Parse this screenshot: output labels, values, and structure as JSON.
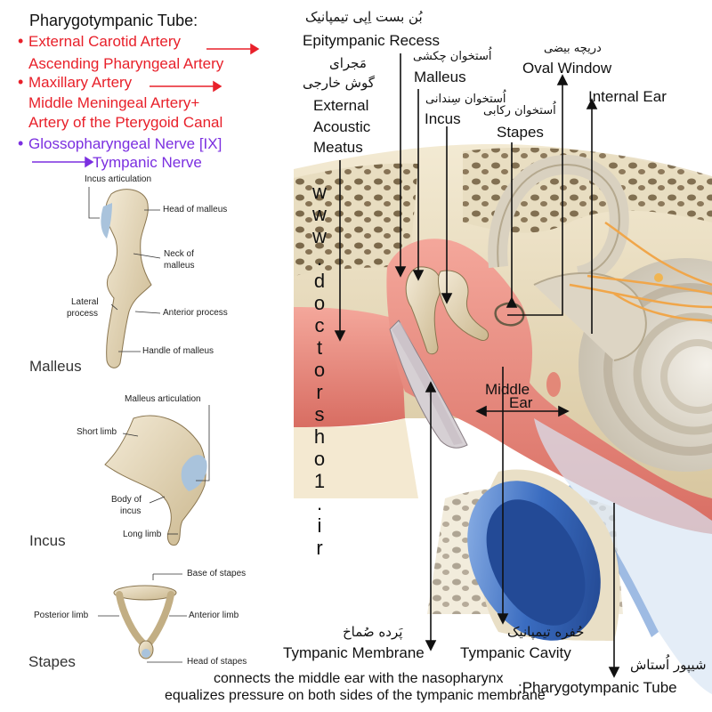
{
  "left_panel": {
    "title": "Pharygotympanic Tube:",
    "items": [
      {
        "bullet": "•",
        "text": "External Carotid Artery",
        "color": "#e8202a"
      },
      {
        "bullet": "",
        "text": "Ascending Pharyngeal Artery",
        "color": "#e8202a"
      },
      {
        "bullet": "•",
        "text": "Maxillary Artery",
        "color": "#e8202a"
      },
      {
        "bullet": "",
        "text": "Middle Meningeal Artery+",
        "color": "#e8202a"
      },
      {
        "bullet": "",
        "text": "Artery of the Pterygoid Canal",
        "color": "#e8202a"
      },
      {
        "bullet": "•",
        "text": "Glossopharyngeal Nerve [IX]",
        "color": "#7b2fe0"
      },
      {
        "bullet": "",
        "text": "Tympanic Nerve",
        "color": "#7b2fe0"
      }
    ]
  },
  "ossicles": {
    "malleus": {
      "caption": "Malleus",
      "labels": [
        "Incus articulation",
        "Head of malleus",
        "Neck of",
        "malleus",
        "Lateral",
        "process",
        "Anterior process",
        "Handle of malleus"
      ]
    },
    "incus": {
      "caption": "Incus",
      "labels": [
        "Malleus articulation",
        "Short limb",
        "Body of",
        "incus",
        "Long limb"
      ]
    },
    "stapes": {
      "caption": "Stapes",
      "labels": [
        "Base of stapes",
        "Posterior limb",
        "Anterior limb",
        "Head of stapes"
      ]
    }
  },
  "ear_labels": {
    "epitympanic_fa": "بُن بست اِپی تیمپانیک",
    "epitympanic": "Epitympanic Recess",
    "canal_fa_1": "مَجرای",
    "canal_fa_2": "گوش خارجی",
    "eam_1": "External",
    "eam_2": "Acoustic",
    "eam_3": "Meatus",
    "malleus_fa": "اُستخوان چکشی",
    "malleus": "Malleus",
    "incus_fa": "اُستخوان سِندانی",
    "incus": "Incus",
    "stapes_fa": "اُستخوان رکابی",
    "stapes": "Stapes",
    "oval_fa": "دریچه بیضی",
    "oval": "Oval Window",
    "internal_ear": "Internal Ear",
    "middle_1": "Middle",
    "middle_2": "Ear",
    "watermark": [
      "w",
      "w",
      "w",
      ".",
      "d",
      "o",
      "c",
      "t",
      "o",
      "r",
      "s",
      "h",
      "o",
      "1",
      ".",
      "i",
      "r"
    ],
    "tm_fa": "پَرده صُماخ",
    "tm": "Tympanic Membrane",
    "tc_fa": "حُفره تیمپانیک",
    "tc": "Tympanic Cavity",
    "tube_fa": "شیپور اُستاش",
    "tube": ":Pharygotympanic Tube",
    "footer_1": "connects the middle ear with the nasopharynx",
    "footer_2": "equalizes pressure on both sides of the tympanic membrane"
  },
  "colors": {
    "red_text": "#e8202a",
    "violet_text": "#7b2fe0",
    "bone": "#e8dcc0",
    "mucosa": "#ef8c82",
    "tube_blue": "#2f5fb0"
  }
}
